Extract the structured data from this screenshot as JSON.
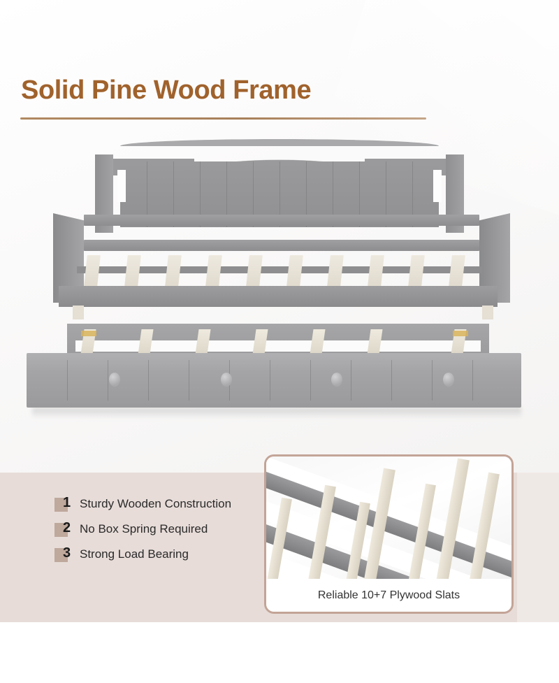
{
  "heading": {
    "title": "Solid Pine Wood Frame",
    "accent_color": "#A0622C",
    "rule_color": "#A8805A"
  },
  "product_image": {
    "name": "grey-wooden-daybed-with-trundle",
    "frame_color": "#9A9A9C",
    "slat_color": "#EAE4D8",
    "upper_slat_count": 10,
    "trundle_slat_count": 7,
    "trundle_knob_count": 4
  },
  "features": {
    "background_color": "#E7DCD8",
    "marker_color": "#BFA89C",
    "items": [
      {
        "number": "1",
        "label": "Sturdy Wooden Construction"
      },
      {
        "number": "2",
        "label": "No Box Spring Required"
      },
      {
        "number": "3",
        "label": "Strong Load Bearing"
      }
    ]
  },
  "inset": {
    "name": "plywood-slats-closeup",
    "caption": "Reliable 10+7 Plywood Slats",
    "border_color": "#C3A497"
  }
}
